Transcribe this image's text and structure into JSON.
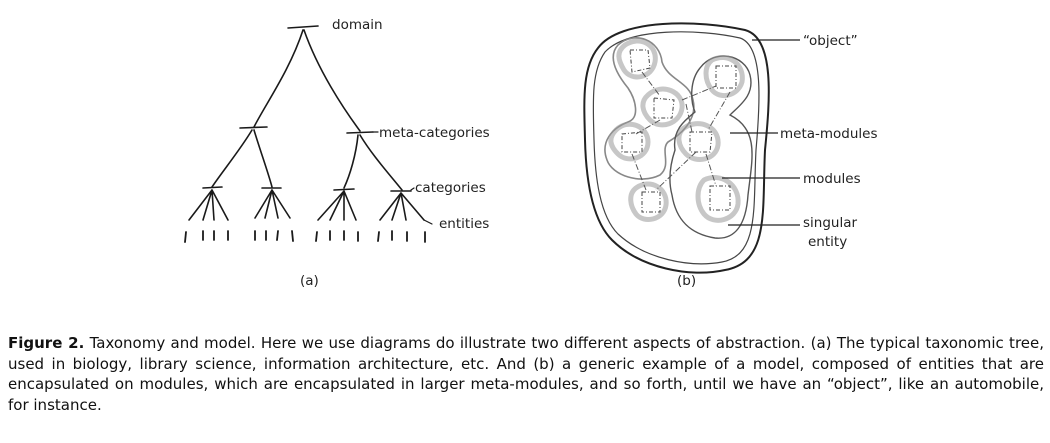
{
  "panel_a": {
    "label": "(a)",
    "levels": {
      "domain": "domain",
      "meta": "meta-categories",
      "categories": "categories",
      "entities": "entities"
    }
  },
  "panel_b": {
    "label": "(b)",
    "callouts": {
      "object": "“object”",
      "meta_modules": "meta-modules",
      "modules": "modules",
      "singular_entity_line1": "singular",
      "singular_entity_line2": "entity"
    }
  },
  "caption": {
    "figure_label": "Figure 2.",
    "text": " Taxonomy and model. Here we use diagrams do illustrate two different aspects of abstraction. (a) The typical taxonomic tree, used in biology, library science, information architecture, etc. And (b) a generic example of a model, composed of entities that are encapsulated on modules, which are encapsulated in larger meta-modules, and so forth, until we have an “object”, like an automobile, for instance."
  }
}
